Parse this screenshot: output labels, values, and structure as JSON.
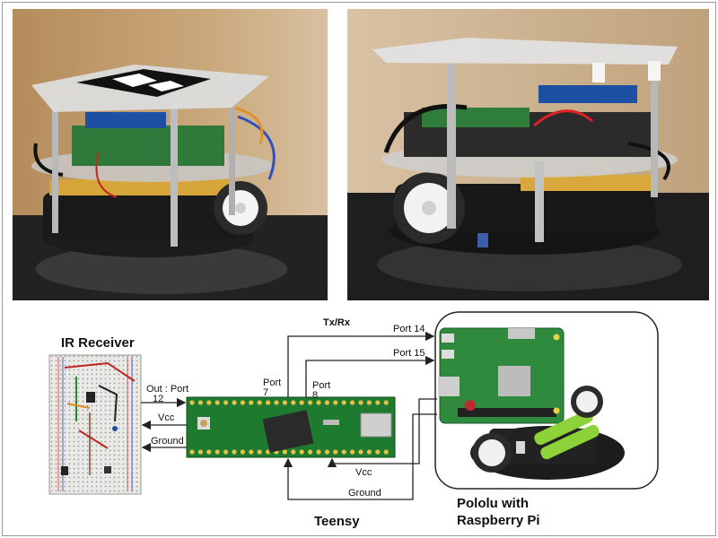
{
  "photos": {
    "left": "robot-photo-side",
    "right": "robot-photo-front"
  },
  "ir_receiver": {
    "title": "IR Receiver"
  },
  "teensy": {
    "title": "Teensy",
    "port_7": "Port\n7",
    "port_8": "Port\n8",
    "port_12": "Out : Port\n12"
  },
  "pololu": {
    "title_line1": "Pololu with",
    "title_line2": "Raspberry Pi"
  },
  "signals": {
    "txrx": "Tx/Rx",
    "port14": "Port 14",
    "port15": "Port 15",
    "vcc_left": "Vcc",
    "ground_left": "Ground",
    "vcc_bottom": "Vcc",
    "ground_bottom": "Ground"
  }
}
